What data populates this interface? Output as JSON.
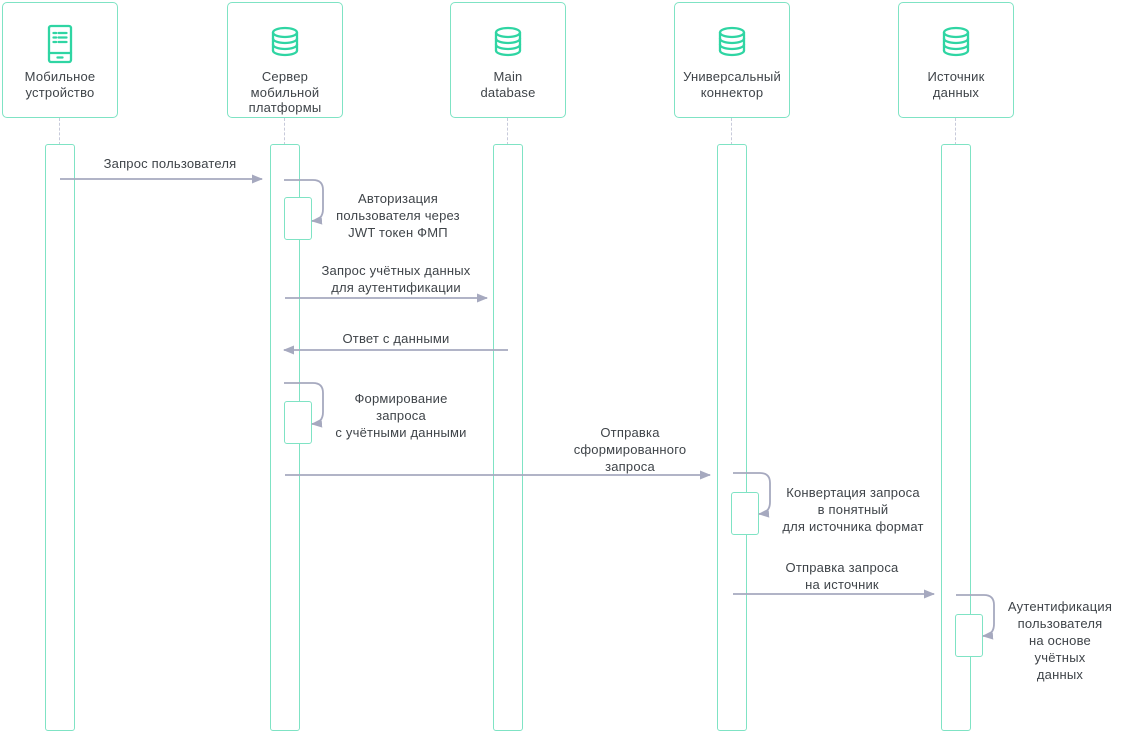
{
  "colors": {
    "box_border": "#7fe3c4",
    "icon_stroke": "#2fd5a3",
    "arrow": "#a6a9bf",
    "text": "#3f4449",
    "lifeline_dash": "#c7cada"
  },
  "participants": [
    {
      "label": "Мобильное\nустройство",
      "icon": "device-icon"
    },
    {
      "label": "Сервер\nмобильной\nплатформы",
      "icon": "database-icon"
    },
    {
      "label": "Main\ndatabase",
      "icon": "database-icon"
    },
    {
      "label": "Универсальный\nконнектор",
      "icon": "database-icon"
    },
    {
      "label": "Источник\nданных",
      "icon": "database-icon"
    }
  ],
  "messages": [
    {
      "label": "Запрос пользователя",
      "from": "Мобильное устройство",
      "to": "Сервер мобильной платформы",
      "direction": "right"
    },
    {
      "label": "Запрос учётных данных\nдля аутентификации",
      "from": "Сервер мобильной платформы",
      "to": "Main database",
      "direction": "right"
    },
    {
      "label": "Ответ с данными",
      "from": "Main database",
      "to": "Сервер мобильной платформы",
      "direction": "left"
    },
    {
      "label": "Отправка\nсформированного\nзапроса",
      "from": "Сервер мобильной платформы",
      "to": "Универсальный коннектор",
      "direction": "right"
    },
    {
      "label": "Отправка запроса\nна источник",
      "from": "Универсальный коннектор",
      "to": "Источник данных",
      "direction": "right"
    }
  ],
  "self_messages": [
    {
      "label": "Авторизация\nпользователя через\nJWT токен ФМП",
      "on": "Сервер мобильной платформы"
    },
    {
      "label": "Формирование\nзапроса\nс учётными данными",
      "on": "Сервер мобильной платформы"
    },
    {
      "label": "Конвертация запроса\nв понятный\nдля источника формат",
      "on": "Универсальный коннектор"
    },
    {
      "label": "Аутентификация\nпользователя\nна основе учётных\nданных",
      "on": "Источник данных"
    }
  ]
}
